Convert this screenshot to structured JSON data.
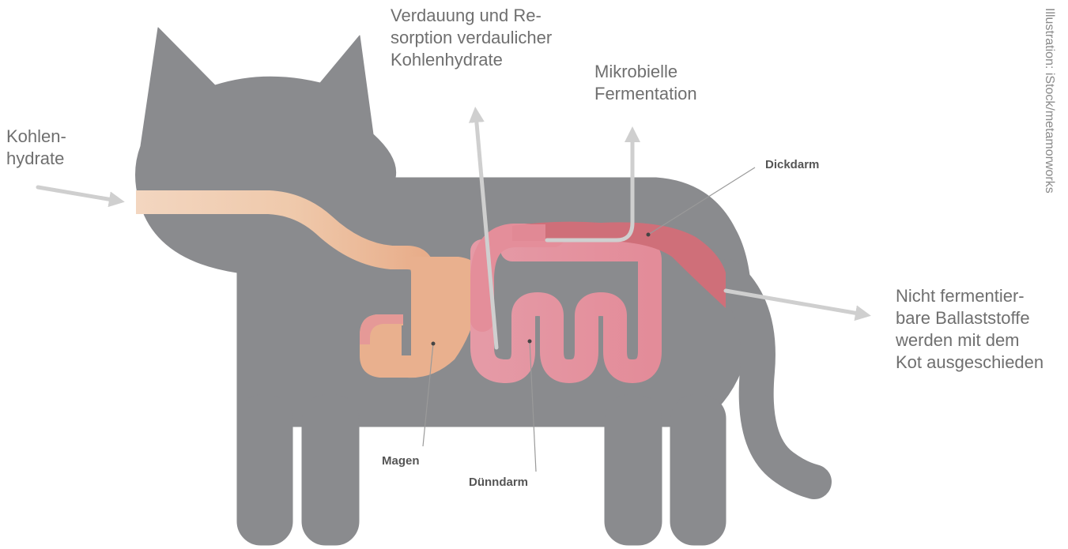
{
  "labels": {
    "carbs_in": "Kohlen-\nhydrate",
    "digestion": "Verdauung und Re-\nsorption verdaulicher\nKohlenhydrate",
    "fermentation": "Mikrobielle\nFermentation",
    "excreted": "Nicht fermentier-\nbare Ballaststoffe\nwerden mit dem\nKot ausgeschieden"
  },
  "organs": {
    "stomach": "Magen",
    "small_intestine": "Dünndarm",
    "large_intestine": "Dickdarm"
  },
  "credit": "Illustration: iStock/metamorworks",
  "colors": {
    "cat_body": "#8a8b8e",
    "arrow": "#cfcfcf",
    "esophagus": "#f1cfb6",
    "stomach": "#e9b08e",
    "small_intestine": "#e48e9a",
    "large_intestine": "#cf6f79",
    "label_text": "#6f6f6f"
  }
}
